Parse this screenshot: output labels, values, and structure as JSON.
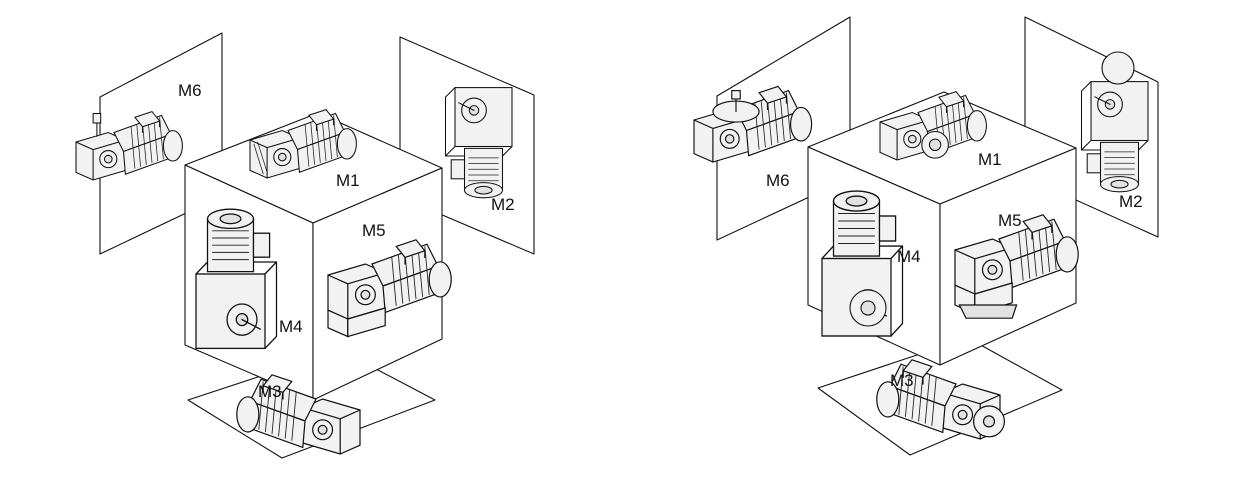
{
  "diagrams": [
    {
      "id": "left",
      "labels": {
        "M1": "M1",
        "M2": "M2",
        "M3": "M3",
        "M4": "M4",
        "M5": "M5",
        "M6": "M6"
      }
    },
    {
      "id": "right",
      "labels": {
        "M1": "M1",
        "M2": "M2",
        "M3": "M3",
        "M4": "M4",
        "M5": "M5",
        "M6": "M6"
      }
    }
  ]
}
